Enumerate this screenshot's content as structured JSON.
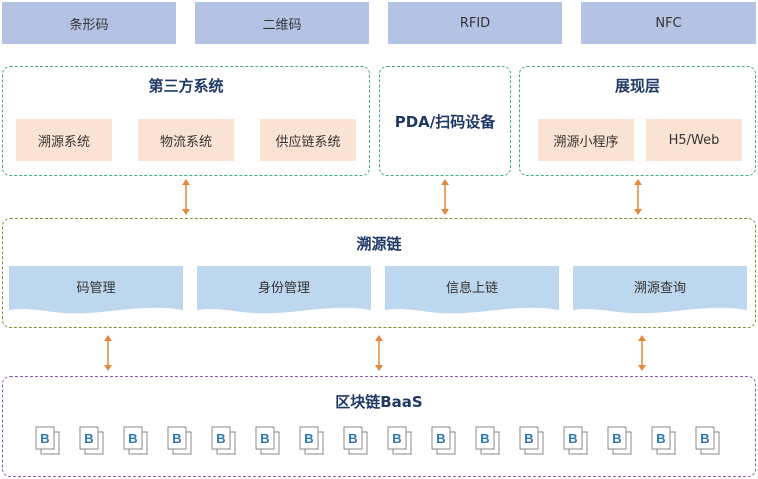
{
  "top_tags": [
    "条形码",
    "二维码",
    "RFID",
    "NFC"
  ],
  "third_party": {
    "title": "第三方系统",
    "items": [
      "溯源系统",
      "物流系统",
      "供应链系统"
    ]
  },
  "pda": {
    "title": "PDA/扫码设备"
  },
  "presentation": {
    "title": "展现层",
    "items": [
      "溯源小程序",
      "H5/Web"
    ]
  },
  "trace_chain": {
    "title": "溯源链",
    "items": [
      "码管理",
      "身份管理",
      "信息上链",
      "溯源查询"
    ]
  },
  "baas": {
    "title": "区块链BaaS",
    "block_label": "B",
    "block_count": 16
  },
  "colors": {
    "tag_bg": "#b4c3e4",
    "peach": "#fbe3d4",
    "wave": "#bdd7ee",
    "arrow": "#e2873b",
    "title": "#1f3864",
    "block_letter": "#2e75b6"
  }
}
